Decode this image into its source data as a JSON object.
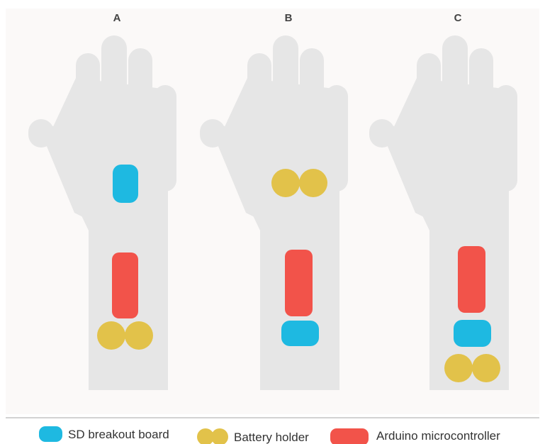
{
  "panels": [
    {
      "label": "A"
    },
    {
      "label": "B"
    },
    {
      "label": "C"
    }
  ],
  "legend": {
    "sd_board": "SD breakout board",
    "battery": "Battery holder",
    "arduino": "Arduino microcontroller"
  },
  "colors": {
    "sd_board": "#1eb9e1",
    "battery": "#e2c24a",
    "arduino": "#f2534a",
    "hand": "#e6e6e6",
    "panel_background": "#fbf9f8"
  }
}
